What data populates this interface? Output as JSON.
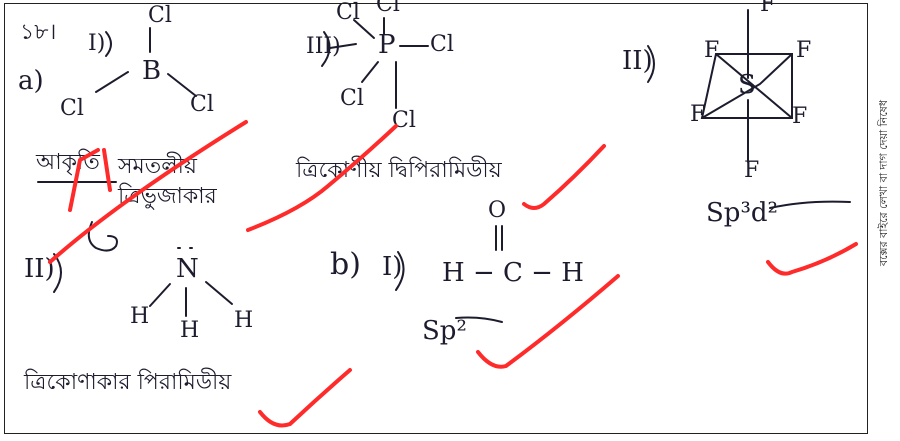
{
  "question_number": "১৮।",
  "margin_note": "বক্সের বাইরে লেখা বা দাগ দেয়া নিষেধ",
  "part_a": {
    "label": "a)",
    "i": {
      "label": "I)",
      "central_atom": "B",
      "ligands": [
        "Cl",
        "Cl",
        "Cl"
      ],
      "shape_prefix": "আকৃতি",
      "shape": "সমতলীয় ত্রিভুজাকার"
    },
    "ii": {
      "label": "II)",
      "central_atom": "N",
      "ligands": [
        "H",
        "H",
        "H"
      ],
      "shape": "ত্রিকোণাকার পিরামিডীয়"
    },
    "iii": {
      "label": "III)",
      "central_atom": "P",
      "ligands": [
        "Cl",
        "Cl",
        "Cl",
        "Cl",
        "Cl"
      ],
      "shape": "ত্রিকোণীয় দ্বিপিরামিডীয়"
    },
    "iv": {
      "label": "II)",
      "central_atom": "S",
      "ligands": [
        "F",
        "F",
        "F",
        "F",
        "F",
        "F"
      ],
      "hybridization": "Sp³d²"
    }
  },
  "part_b": {
    "label": "b)",
    "i": {
      "label": "I)",
      "formula": "H − C − H",
      "oxygen": "O",
      "hybridization": "Sp²"
    }
  }
}
